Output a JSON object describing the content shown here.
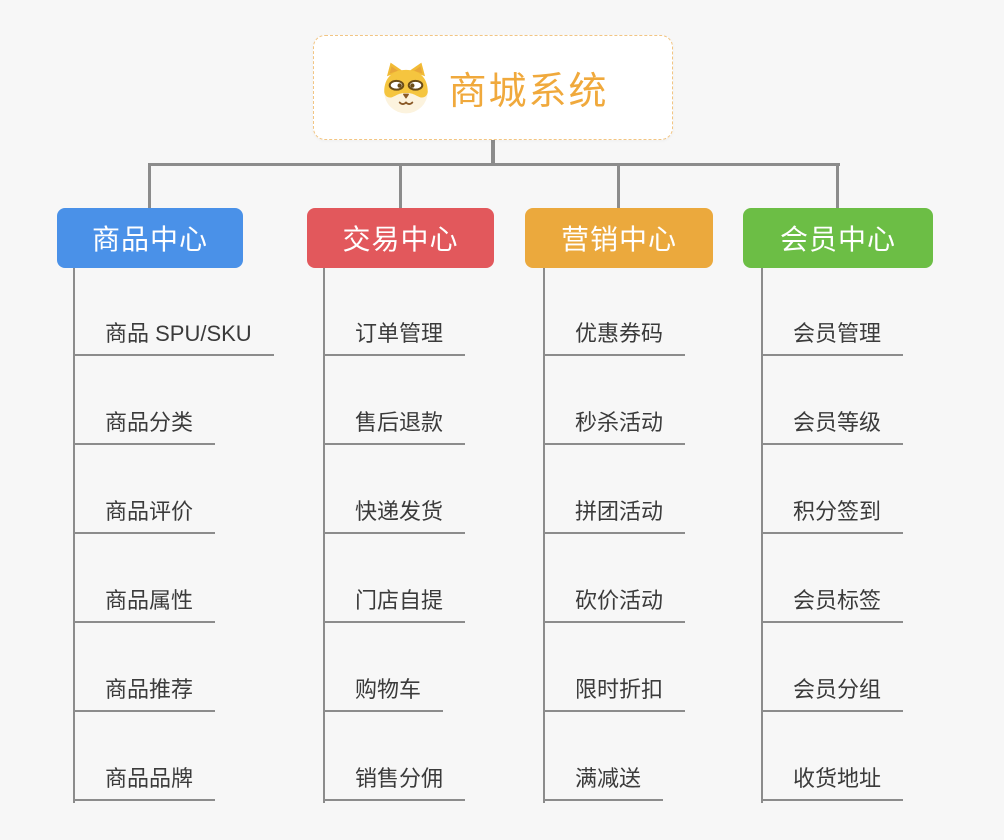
{
  "background_color": "#F7F7F7",
  "connector_color": "#8C8C8C",
  "leaf_text_color": "#3B3B3B",
  "root": {
    "label": "商城系统",
    "icon": "doge-icon",
    "text_color": "#F0A93C",
    "border_color": "#F2C583",
    "background": "#FFFFFF"
  },
  "branches": [
    {
      "label": "商品中心",
      "color": "#4A91E8",
      "text_color": "#FFFFFF",
      "items": [
        "商品 SPU/SKU",
        "商品分类",
        "商品评价",
        "商品属性",
        "商品推荐",
        "商品品牌"
      ]
    },
    {
      "label": "交易中心",
      "color": "#E2585C",
      "text_color": "#FFFFFF",
      "items": [
        "订单管理",
        "售后退款",
        "快递发货",
        "门店自提",
        "购物车",
        "销售分佣"
      ]
    },
    {
      "label": "营销中心",
      "color": "#EBA93D",
      "text_color": "#FFFFFF",
      "items": [
        "优惠券码",
        "秒杀活动",
        "拼团活动",
        "砍价活动",
        "限时折扣",
        "满减送"
      ]
    },
    {
      "label": "会员中心",
      "color": "#6CBE45",
      "text_color": "#FFFFFF",
      "items": [
        "会员管理",
        "会员等级",
        "积分签到",
        "会员标签",
        "会员分组",
        "收货地址"
      ]
    }
  ]
}
